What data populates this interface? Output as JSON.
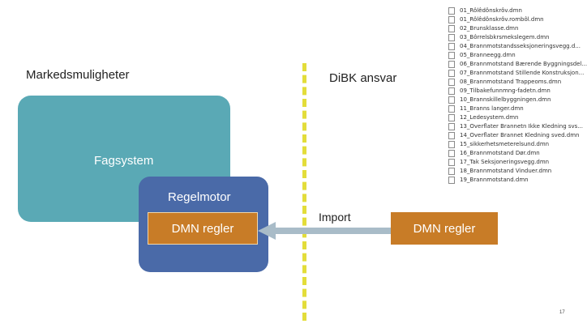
{
  "headings": {
    "left": "Markedsmuligheter",
    "right": "DiBK ansvar"
  },
  "fagsystem": {
    "label": "Fagsystem"
  },
  "regelmotor": {
    "label": "Regelmotor",
    "dmn_label": "DMN regler"
  },
  "import": {
    "label": "Import"
  },
  "external_dmn": {
    "label": "DMN regler"
  },
  "file_list": [
    "01_Rôlêdônskrôv.dmn",
    "01_Rôlêdônskrôv.rombôl.dmn",
    "02_Brunsklasse.dmn",
    "03_Bôrrelsbkrsmekslegem.dmn",
    "04_Brannmotstandsseksjoneringsvegg.d...",
    "05_Branneegg.dmn",
    "06_Brannmotstand Bærende Byggningsdel...",
    "07_Brannmotstand Stillende Konstruksjon...",
    "08_Brannmotstand Trappeoms.dmn",
    "09_Tilbakefunnmng-fadetn.dmn",
    "10_Brannskillelbyggningen.dmn",
    "11_Branns langer.dmn",
    "12_Ledesystem.dmn",
    "13_Overflater Brannetn Ikke Kledning svs...",
    "14_Overflater Brannet Kledning sved.dmn",
    "15_sikkerhetsmeterelsund.dmn",
    "16_Brannmotstand Dør.dmn",
    "17_Tak Seksjoneringsvegg.dmn",
    "18_Brannmotstand Vinduer.dmn",
    "19_Brannmotstand.dmn"
  ],
  "page_number": "17",
  "colors": {
    "teal": "#5aa9b5",
    "blue": "#4a6aa8",
    "orange": "#c87c27",
    "divider_yellow": "#e3dd3a",
    "arrow_gray": "#a9bcc8"
  }
}
